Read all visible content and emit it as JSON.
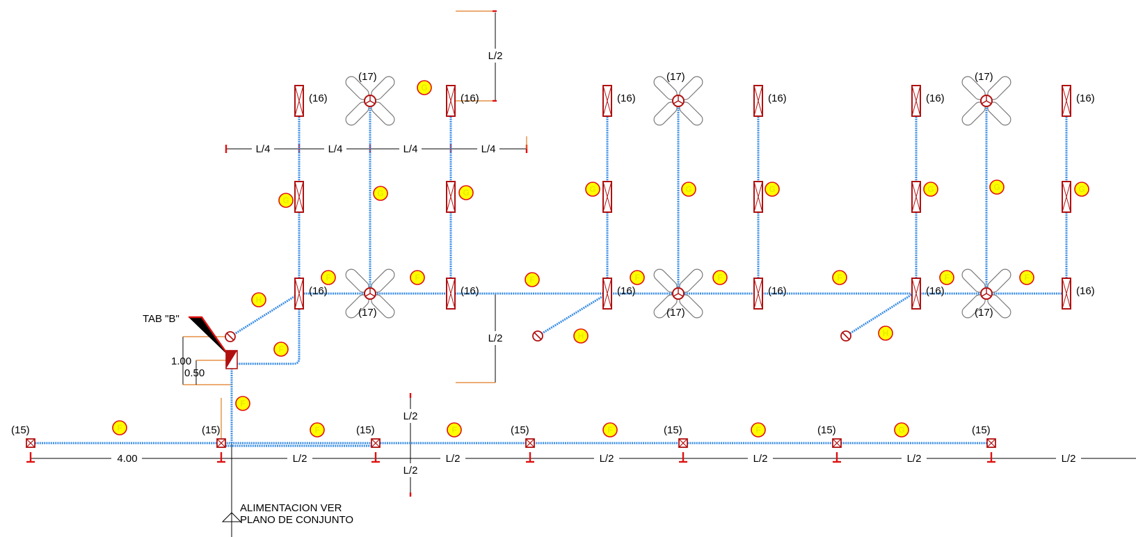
{
  "labels": {
    "lamp": "(16)",
    "fan": "(17)",
    "socket": "(15)",
    "panel": "TAB \"B\"",
    "h_100": "1.00",
    "h_050": "0.50",
    "feed_line1": "ALIMENTACION VER",
    "feed_line2": "PLANO DE CONJUNTO"
  },
  "dimensions": {
    "quarter": "L/4",
    "half": "L/2",
    "first_span": "4.00"
  },
  "circuit_tags": {
    "F": "F",
    "G": "G",
    "H": "H"
  },
  "colors": {
    "wire": "#3a8ee6",
    "symbol": "#b01010",
    "tag_fill": "#ffff00",
    "tag_ring": "#e01010",
    "dimension": "#000000",
    "reference": "#e07b20"
  }
}
